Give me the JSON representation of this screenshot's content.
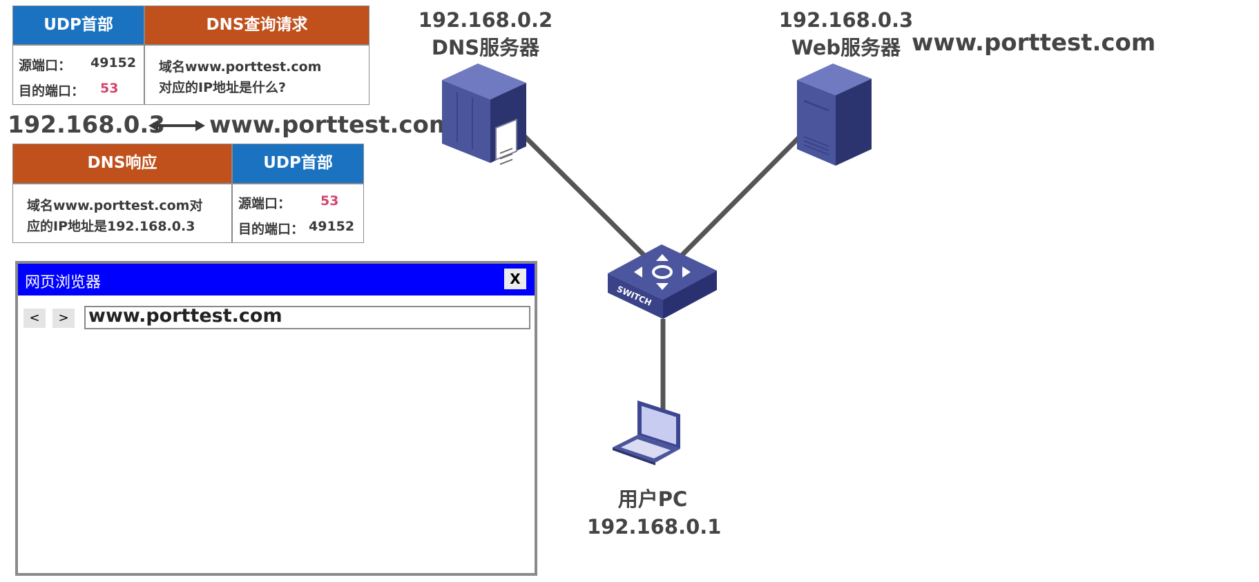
{
  "query_packet": {
    "udp_header": "UDP首部",
    "dns_label": "DNS查询请求",
    "src_port_label": "源端口：",
    "src_port_value": "49152",
    "dst_port_label": "目的端口：",
    "dst_port_value": "53",
    "question_line1": "域名www.porttest.com",
    "question_line2": "对应的IP地址是什么?"
  },
  "mapping": {
    "ip": "192.168.0.3",
    "domain": "www.porttest.com"
  },
  "response_packet": {
    "dns_label": "DNS响应",
    "udp_header": "UDP首部",
    "answer_line1": "域名www.porttest.com对",
    "answer_line2": "应的IP地址是192.168.0.3",
    "src_port_label": "源端口：",
    "src_port_value": "53",
    "dst_port_label": "目的端口：",
    "dst_port_value": "49152"
  },
  "browser": {
    "title": "网页浏览器",
    "close_label": "X",
    "back_label": "<",
    "forward_label": ">",
    "address_value": "www.porttest.com"
  },
  "nodes": {
    "dns_server": {
      "ip": "192.168.0.2",
      "name": "DNS服务器"
    },
    "web_server": {
      "ip": "192.168.0.3",
      "name": "Web服务器",
      "domain": "www.porttest.com"
    },
    "switch": {
      "label": "SWITCH"
    },
    "user_pc": {
      "name": "用户PC",
      "ip": "192.168.0.1"
    }
  },
  "colors": {
    "udp_header": "#1a72c1",
    "dns_header": "#c0501c",
    "port_highlight": "#d6436b",
    "browser_titlebar": "#0000ff",
    "device": "#3f4a8f",
    "link": "#555555"
  }
}
